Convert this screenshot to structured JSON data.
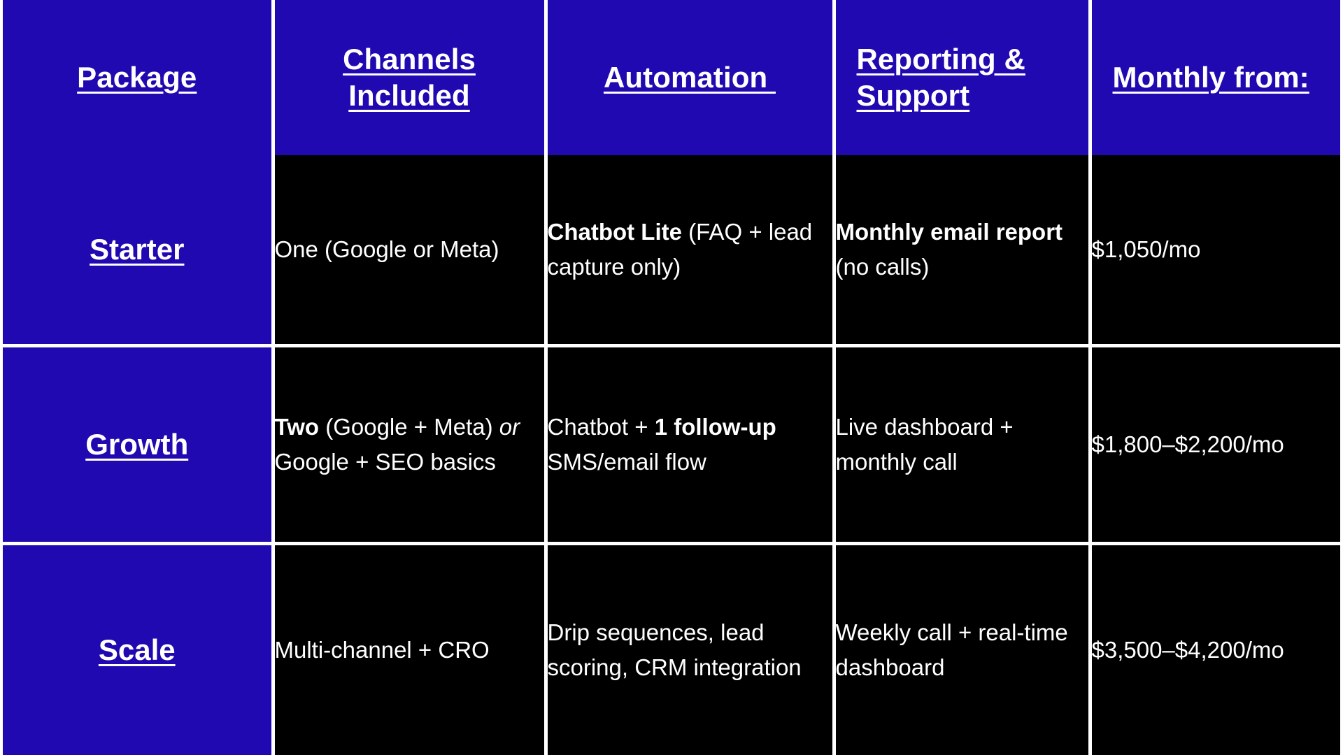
{
  "table": {
    "headers": [
      {
        "label": "Package",
        "align": "center",
        "name": "header-package"
      },
      {
        "label": "Channels\nIncluded",
        "align": "center",
        "name": "header-channels-included"
      },
      {
        "label": "Automation ",
        "align": "center",
        "name": "header-automation"
      },
      {
        "label": "Reporting &\nSupport",
        "align": "left",
        "name": "header-reporting-support"
      },
      {
        "label": "Monthly from:",
        "align": "left",
        "name": "header-monthly-from"
      }
    ],
    "rows": [
      {
        "package": "Starter",
        "channels_included": [
          {
            "text": "One (Google or Meta)",
            "style": "normal"
          }
        ],
        "automation": [
          {
            "text": "Chatbot Lite",
            "style": "bold"
          },
          {
            "text": " (FAQ + lead capture only)",
            "style": "normal"
          }
        ],
        "reporting_support": [
          {
            "text": "Monthly email report",
            "style": "bold"
          },
          {
            "text": " (no calls)",
            "style": "normal"
          }
        ],
        "monthly_from": [
          {
            "text": "$1,050/mo",
            "style": "normal"
          }
        ]
      },
      {
        "package": "Growth",
        "channels_included": [
          {
            "text": "Two",
            "style": "bold"
          },
          {
            "text": " (Google + Meta) ",
            "style": "normal"
          },
          {
            "text": "or",
            "style": "italic"
          },
          {
            "text": " Google + SEO basics",
            "style": "normal"
          }
        ],
        "automation": [
          {
            "text": "Chatbot + ",
            "style": "normal"
          },
          {
            "text": "1 follow-up",
            "style": "bold"
          },
          {
            "text": " SMS/email flow",
            "style": "normal"
          }
        ],
        "reporting_support": [
          {
            "text": "Live dashboard + monthly call",
            "style": "normal"
          }
        ],
        "monthly_from": [
          {
            "text": "$1,800–$2,200/mo",
            "style": "normal"
          }
        ]
      },
      {
        "package": "Scale",
        "channels_included": [
          {
            "text": "Multi-channel + CRO",
            "style": "normal"
          }
        ],
        "automation": [
          {
            "text": "Drip sequences, lead scoring, CRM integration",
            "style": "normal"
          }
        ],
        "reporting_support": [
          {
            "text": "Weekly call + real-time dashboard",
            "style": "normal"
          }
        ],
        "monthly_from": [
          {
            "text": "$3,500–$4,200/mo",
            "style": "normal"
          }
        ]
      }
    ]
  },
  "colors": {
    "header_background": "#2009b0",
    "package_cell_background": "#2009b0",
    "body_cell_background": "#000000",
    "text_on_blue": "#ffffff",
    "text_on_black": "#ffffff",
    "grid_line": "#ffffff",
    "page_background": "#ffffff"
  }
}
